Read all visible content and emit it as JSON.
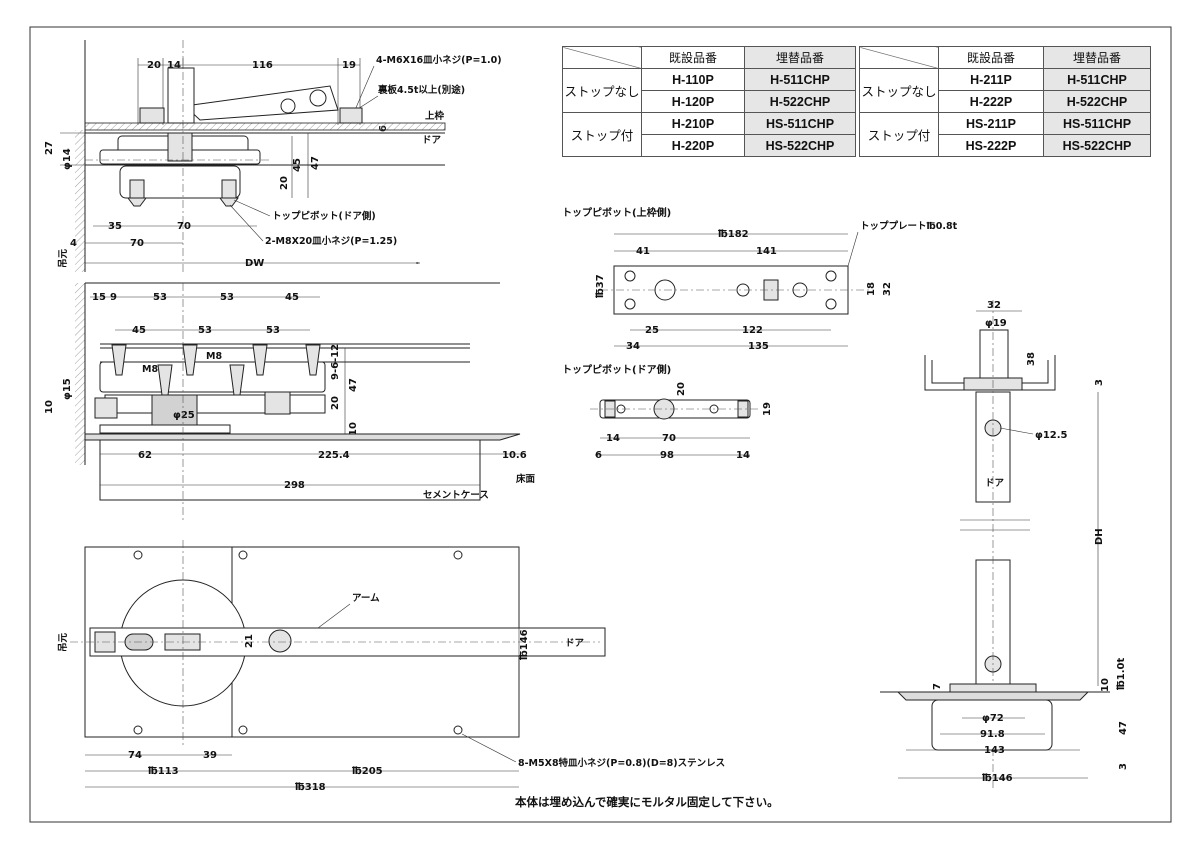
{
  "tables": [
    {
      "headers": [
        "",
        "既設品番",
        "埋替品番"
      ],
      "groups": [
        {
          "label": "ストップなし",
          "rows": [
            [
              "H-110P",
              "H-511CHP"
            ],
            [
              "H-120P",
              "H-522CHP"
            ]
          ]
        },
        {
          "label": "ストップ付",
          "rows": [
            [
              "H-210P",
              "HS-511CHP"
            ],
            [
              "H-220P",
              "HS-522CHP"
            ]
          ]
        }
      ]
    },
    {
      "headers": [
        "",
        "既設品番",
        "埋替品番"
      ],
      "groups": [
        {
          "label": "ストップなし",
          "rows": [
            [
              "H-211P",
              "H-511CHP"
            ],
            [
              "H-222P",
              "H-522CHP"
            ]
          ]
        },
        {
          "label": "ストップ付",
          "rows": [
            [
              "HS-211P",
              "HS-511CHP"
            ],
            [
              "HS-222P",
              "HS-522CHP"
            ]
          ]
        }
      ]
    }
  ],
  "note": "本体は埋め込んで確実にモルタル固定して下さい。",
  "top_view": {
    "dims_top": [
      "20",
      "14",
      "116",
      "19"
    ],
    "screw_note": "4-M6X16皿小ネジ(P=1.0)",
    "back_plate_note": "裏板4.5t以上(別途)",
    "frame_label": "上枠",
    "door_label": "ドア",
    "t6": "6",
    "d27": "27",
    "phi14": "φ14",
    "d45": "45",
    "d47": "47",
    "d20": "20",
    "pivot_label": "トップピボット(ドア側)",
    "d35": "35",
    "d70a": "70",
    "screw2_note": "2-M8X20皿小ネジ(P=1.25)",
    "d4": "4",
    "d70b": "70",
    "dw": "DW",
    "jamb_label": "吊元"
  },
  "side_view": {
    "dims_top": [
      "15",
      "9",
      "53",
      "53",
      "45"
    ],
    "dims_second": [
      "45",
      "53",
      "53"
    ],
    "m8a": "M8",
    "m8b": "M8",
    "phi15": "φ15",
    "d10": "10",
    "phi25": "φ25",
    "d20": "20",
    "d9612": "9-6-12",
    "d47": "47",
    "d10b": "10",
    "d62": "62",
    "d2254": "225.4",
    "d106": "10.6",
    "d298": "298",
    "case_label": "セメントケース",
    "floor_label": "床面"
  },
  "plan_view": {
    "arm_label": "アーム",
    "d21": "21",
    "w146": "℔146",
    "door_label": "ドア",
    "jamb_label": "吊元",
    "d74": "74",
    "d39": "39",
    "w113": "℔113",
    "w205": "℔205",
    "w318": "℔318",
    "screw_note": "8-M5X8特皿小ネジ(P=0.8)(D=8)ステンレス"
  },
  "top_pivot_frame": {
    "title": "トップピボット(上枠側)",
    "plate_note": "トッププレート℔0.8t",
    "w182": "℔182",
    "d41": "41",
    "d141": "141",
    "w37": "℔37",
    "d18": "18",
    "d32": "32",
    "d25": "25",
    "d122": "122",
    "d34": "34",
    "d135": "135"
  },
  "top_pivot_door": {
    "title": "トップピボット(ドア側)",
    "d20": "20",
    "d19": "19",
    "d14a": "14",
    "d70": "70",
    "d6": "6",
    "d98": "98",
    "d14b": "14"
  },
  "right_view": {
    "d32": "32",
    "phi19": "φ19",
    "d38": "38",
    "d3": "3",
    "phi125": "φ12.5",
    "door_label": "ドア",
    "dh": "DH",
    "d7": "7",
    "d10": "10",
    "w10t": "℔1.0t",
    "phi72": "φ72",
    "d918": "91.8",
    "d143": "143",
    "w146": "℔146",
    "d47": "47",
    "d3b": "3"
  }
}
